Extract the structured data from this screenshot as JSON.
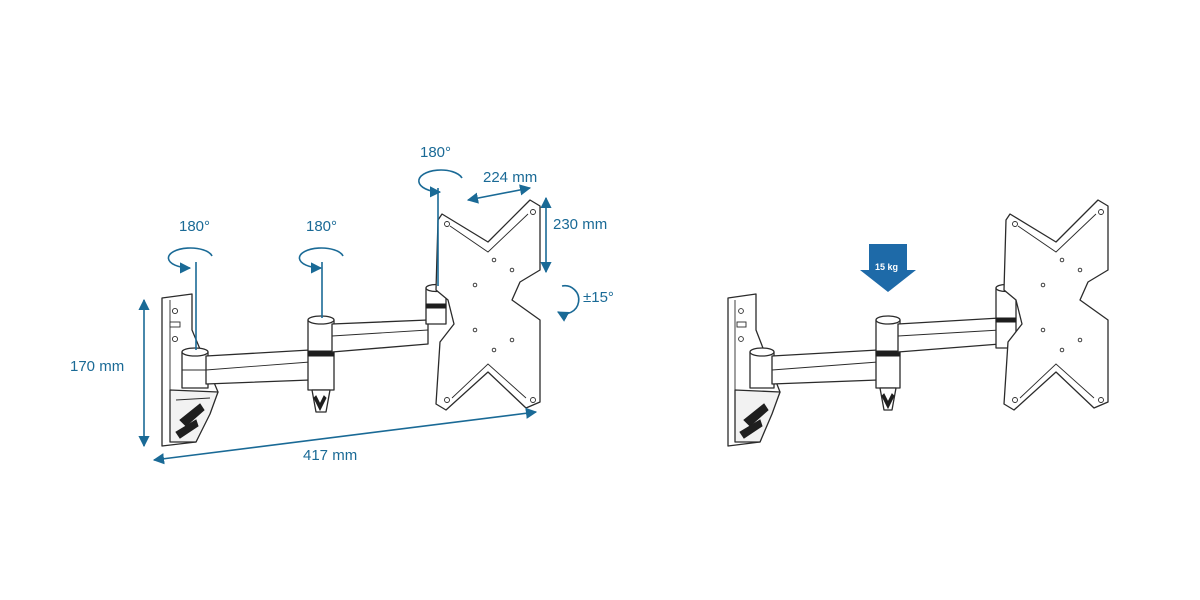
{
  "colors": {
    "accent": "#1a6a96",
    "weight_arrow": "#1e6aa8",
    "line": "#2b2b2b"
  },
  "dimensions": {
    "depth": "417 mm",
    "height": "170 mm",
    "vesa_width": "224 mm",
    "vesa_height": "230 mm"
  },
  "rotations": {
    "wall_pivot": "180°",
    "middle_pivot": "180°",
    "head_pivot": "180°",
    "tilt": "±15°"
  },
  "load": {
    "max_weight": "15 kg"
  },
  "icons": [
    "rotation-arrow-icon",
    "weight-arrow-icon",
    "dimension-arrow-icon"
  ]
}
